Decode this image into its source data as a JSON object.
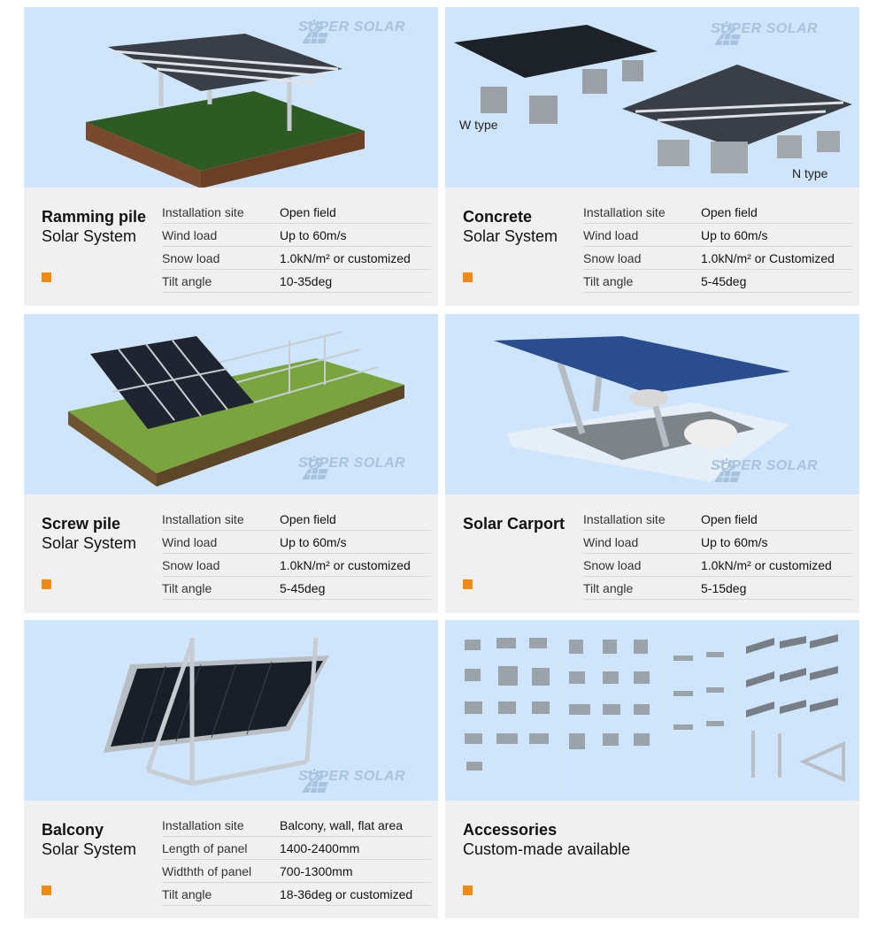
{
  "watermark": "SUPER SOLAR",
  "accent_color": "#f08a12",
  "image_bg_color": "#cfe5fb",
  "cards": [
    {
      "title_bold": "Ramming pile",
      "title_sub": "Solar System",
      "specs": [
        {
          "key": "Installation site",
          "value": "Open field"
        },
        {
          "key": "Wind load",
          "value": "Up to 60m/s"
        },
        {
          "key": "Snow load",
          "value": "1.0kN/m² or customized"
        },
        {
          "key": "Tilt angle",
          "value": "10-35deg"
        }
      ]
    },
    {
      "title_bold": "Concrete",
      "title_sub": "Solar System",
      "image_labels": [
        "W type",
        "N type"
      ],
      "specs": [
        {
          "key": "Installation site",
          "value": "Open field"
        },
        {
          "key": "Wind load",
          "value": "Up to 60m/s"
        },
        {
          "key": "Snow load",
          "value": "1.0kN/m² or Customized"
        },
        {
          "key": "Tilt angle",
          "value": "5-45deg"
        }
      ]
    },
    {
      "title_bold": "Screw pile",
      "title_sub": "Solar System",
      "specs": [
        {
          "key": "Installation site",
          "value": "Open field"
        },
        {
          "key": "Wind load",
          "value": "Up to 60m/s"
        },
        {
          "key": "Snow load",
          "value": "1.0kN/m² or customized"
        },
        {
          "key": "Tilt angle",
          "value": "5-45deg"
        }
      ]
    },
    {
      "title_bold": "Solar Carport",
      "title_sub": "",
      "specs": [
        {
          "key": "Installation site",
          "value": "Open field"
        },
        {
          "key": "Wind load",
          "value": "Up to 60m/s"
        },
        {
          "key": "Snow load",
          "value": "1.0kN/m² or customized"
        },
        {
          "key": "Tilt angle",
          "value": "5-15deg"
        }
      ]
    },
    {
      "title_bold": "Balcony",
      "title_sub": "Solar System",
      "specs": [
        {
          "key": "Installation site",
          "value": "Balcony, wall, flat area"
        },
        {
          "key": "Length of panel",
          "value": "1400-2400mm"
        },
        {
          "key": "Widthth of panel",
          "value": "700-1300mm"
        },
        {
          "key": "Tilt angle",
          "value": "18-36deg or customized"
        }
      ]
    },
    {
      "title_bold": "Accessories",
      "title_sub": "Custom-made available",
      "specs": []
    }
  ]
}
